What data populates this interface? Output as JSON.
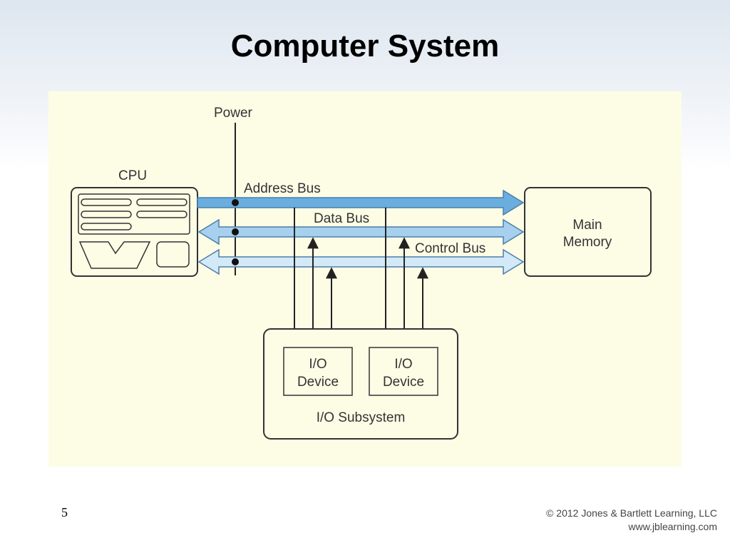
{
  "slide": {
    "title": "Computer System",
    "page_number": "5",
    "copyright_line1": "© 2012 Jones & Bartlett Learning, LLC",
    "copyright_line2": "www.jblearning.com"
  },
  "diagram": {
    "cpu_label": "CPU",
    "power_label": "Power",
    "address_bus_label": "Address Bus",
    "data_bus_label": "Data Bus",
    "control_bus_label": "Control Bus",
    "memory_label_line1": "Main",
    "memory_label_line2": "Memory",
    "io_device_1_line1": "I/O",
    "io_device_1_line2": "Device",
    "io_device_2_line1": "I/O",
    "io_device_2_line2": "Device",
    "io_subsystem_label": "I/O Subsystem"
  },
  "colors": {
    "address_bus": "#6aaee0",
    "data_bus": "#a6d0ee",
    "control_bus": "#d3e9f8",
    "figure_background": "#fdfde6"
  }
}
